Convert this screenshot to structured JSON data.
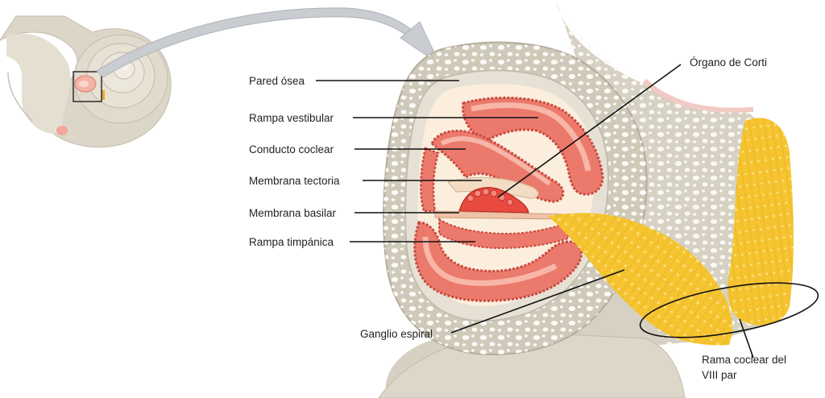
{
  "figure": {
    "labels": {
      "pared_osea": "Pared ósea",
      "rampa_vestibular": "Rampa vestibular",
      "conducto_coclear": "Conducto coclear",
      "membrana_tectoria": "Membrana tectoria",
      "membrana_basilar": "Membrana basilar",
      "rampa_timpanica": "Rampa timpánica",
      "ganglio_espiral": "Ganglio espiral",
      "organo_de_corti": "Órgano de Corti",
      "rama_coclear_line1": "Rama coclear del",
      "rama_coclear_line2": "VIII par"
    },
    "colors": {
      "bone": "#d6d1c2",
      "bone_dark": "#b9b3a3",
      "bone_pore": "#fbfaf6",
      "duct_pink": "#eb7a6c",
      "duct_light": "#f7b6a8",
      "duct_edge": "#c9493f",
      "corti_red": "#d9332b",
      "cream": "#fbeedd",
      "nerve_yellow": "#f5c430",
      "nerve_yellow_light": "#fbe27a",
      "leader_line": "#111111"
    },
    "icons": [
      "cochlea-inset",
      "zoom-arrow",
      "inset-box"
    ]
  }
}
